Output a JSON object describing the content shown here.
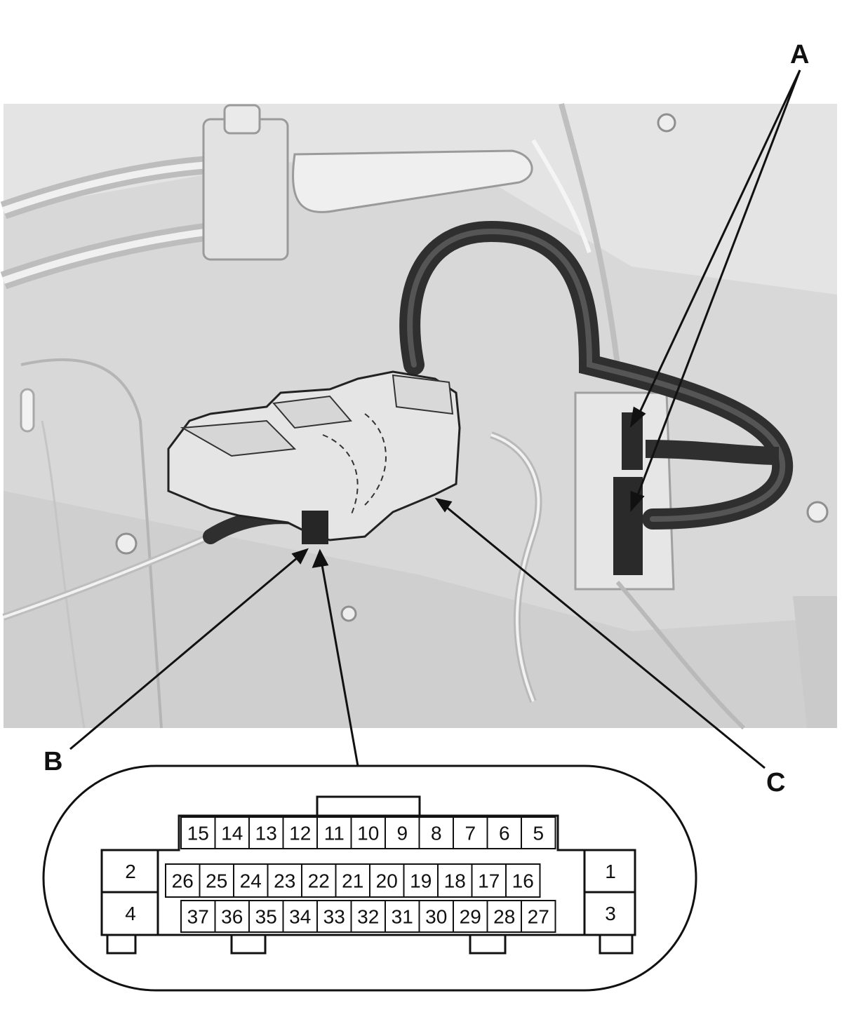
{
  "callouts": {
    "a": "A",
    "b": "B",
    "c": "C"
  },
  "connector": {
    "top_row": [
      "15",
      "14",
      "13",
      "12",
      "11",
      "10",
      "9",
      "8",
      "7",
      "6",
      "5"
    ],
    "middle_row": [
      "26",
      "25",
      "24",
      "23",
      "22",
      "21",
      "20",
      "19",
      "18",
      "17",
      "16"
    ],
    "bottom_row": [
      "37",
      "36",
      "35",
      "34",
      "33",
      "32",
      "31",
      "30",
      "29",
      "28",
      "27"
    ],
    "left_upper": "2",
    "left_lower": "4",
    "right_upper": "1",
    "right_lower": "3"
  },
  "colors": {
    "photo_background": "#d9d9d9",
    "harness": "#3c3c3c",
    "connector_fill": "#ffffff",
    "line": "#111111"
  }
}
